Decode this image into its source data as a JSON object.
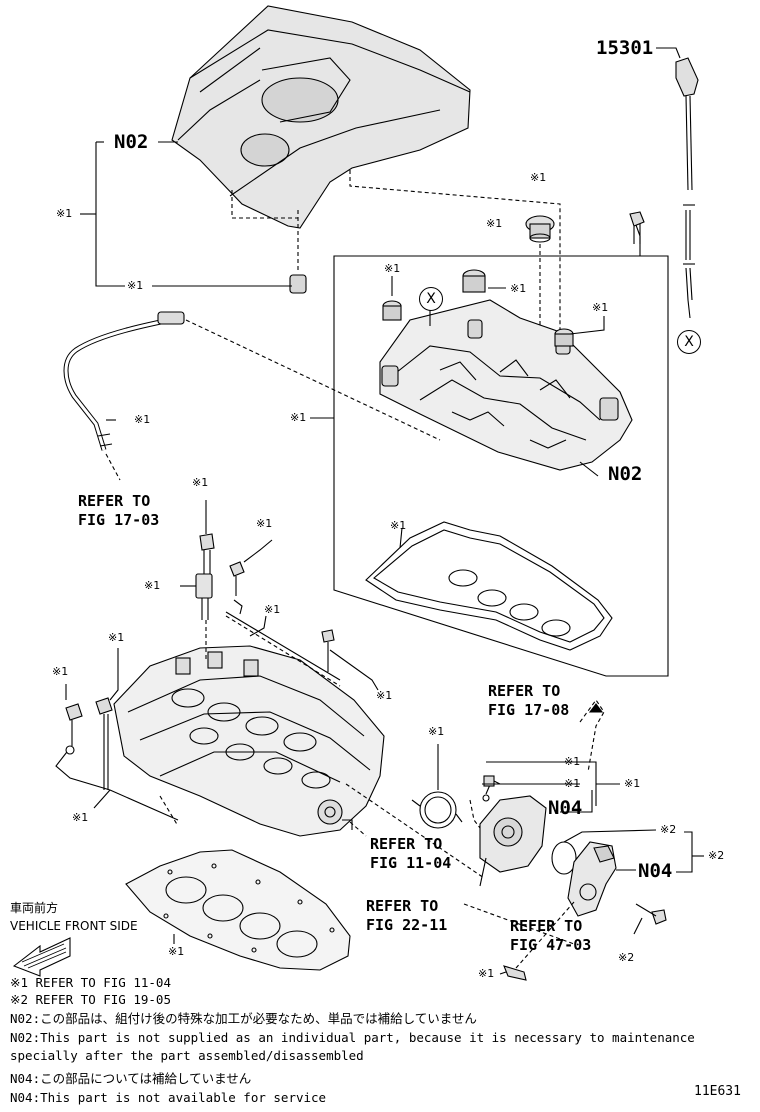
{
  "part_codes": {
    "n02_cover": "N02",
    "n02_head_cover": "N02",
    "n04_pump": "N04",
    "n04_housing": "N04",
    "dipstick": "15301"
  },
  "marks": {
    "m1": "※1",
    "m2": "※2",
    "x": "X"
  },
  "refer": {
    "fig_17_03": [
      "REFER TO",
      "FIG 17-03"
    ],
    "fig_17_08": [
      "REFER TO",
      "FIG 17-08"
    ],
    "fig_11_04": [
      "REFER TO",
      "FIG 11-04"
    ],
    "fig_22_11": [
      "REFER TO",
      "FIG 22-11"
    ],
    "fig_47_03": [
      "REFER TO",
      "FIG 47-03"
    ]
  },
  "front_side": {
    "jp": "車両前方",
    "en": "VEHICLE FRONT SIDE"
  },
  "notes": [
    "※1  REFER TO FIG 11-04",
    "※2  REFER TO FIG 19-05",
    "N02:この部品は、組付け後の特殊な加工が必要なため、単品では補給していません",
    "N02:This part is not supplied as an individual part,  because it is necessary to maintenance",
    "     specially after the part assembled/disassembled",
    "N04:この部品については補給していません",
    "N04:This part is not available for service"
  ],
  "figure_id": "11E631"
}
